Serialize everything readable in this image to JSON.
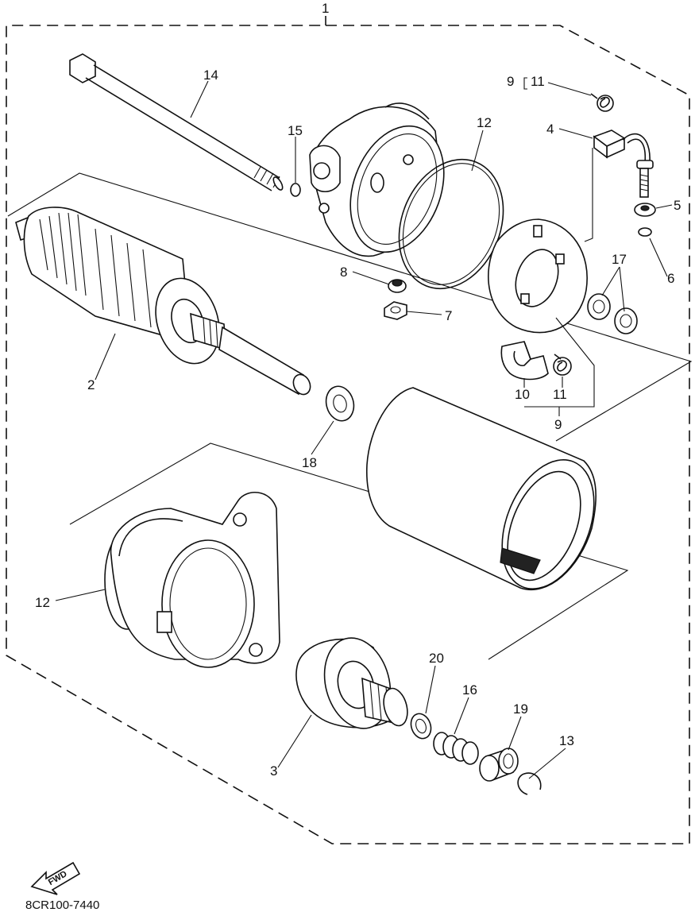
{
  "diagram": {
    "labels": {
      "l1": "1",
      "l2": "2",
      "l3": "3",
      "l4": "4",
      "l5": "5",
      "l6": "6",
      "l7": "7",
      "l8": "8",
      "l9_top": "9",
      "l11_top": "11",
      "l9_bottom": "9",
      "l10": "10",
      "l11_bottom": "11",
      "l12_top": "12",
      "l12_left": "12",
      "l13": "13",
      "l14": "14",
      "l15": "15",
      "l16": "16",
      "l17": "17",
      "l18": "18",
      "l19": "19",
      "l20": "20"
    },
    "fwd_label": "FWD",
    "code": "8CR100-7440"
  }
}
